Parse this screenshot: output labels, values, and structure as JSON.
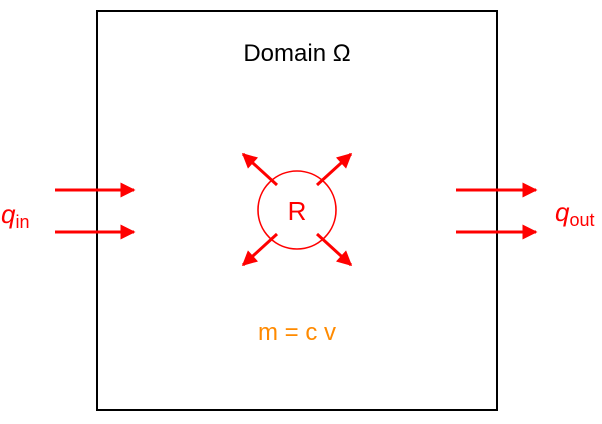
{
  "domain_title": "Domain Ω",
  "source": {
    "symbol": "R",
    "color": "#ff0000"
  },
  "relation": {
    "text": "m = c v",
    "color": "#ff8a00"
  },
  "inflow": {
    "main": "q",
    "sub": "in"
  },
  "outflow": {
    "main": "q",
    "sub": "out"
  },
  "colors": {
    "flux": "#ff0000",
    "border": "#000000",
    "text": "#000000"
  }
}
